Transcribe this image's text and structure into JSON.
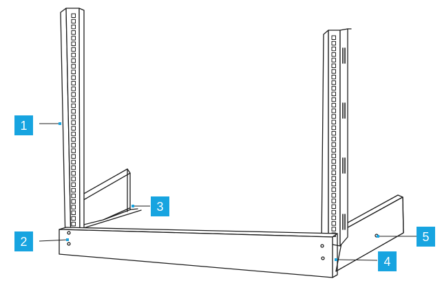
{
  "colors": {
    "callout": "#17a4e0",
    "callout_text": "#ffffff",
    "line": "#1a1a1a"
  },
  "callouts": [
    {
      "label": "1",
      "part": "vertical-rail-left"
    },
    {
      "label": "2",
      "part": "front-base-plate"
    },
    {
      "label": "3",
      "part": "side-support-left"
    },
    {
      "label": "4",
      "part": "front-base-plate-corner"
    },
    {
      "label": "5",
      "part": "side-support-right"
    }
  ]
}
